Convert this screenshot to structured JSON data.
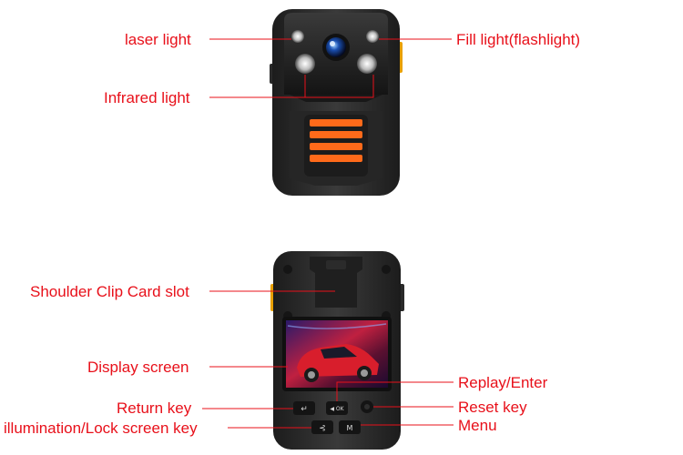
{
  "colors": {
    "label": "#e8101a",
    "body": "#2b2b2b",
    "accent_orange": "#ff6a1a"
  },
  "front_view": {
    "labels": {
      "laser": "laser light",
      "fill": "Fill light(flashlight)",
      "infrared": "Infrared light"
    }
  },
  "back_view": {
    "labels": {
      "clip": "Shoulder Clip Card slot",
      "display": "Display screen",
      "replay": "Replay/Enter",
      "return": "Return key",
      "reset": "Reset key",
      "illumination": "illumination/Lock screen key",
      "menu": "Menu"
    },
    "button_glyphs": {
      "return": "↵",
      "ok": "◀ OK",
      "illumination": "⊰",
      "menu": "M"
    }
  }
}
